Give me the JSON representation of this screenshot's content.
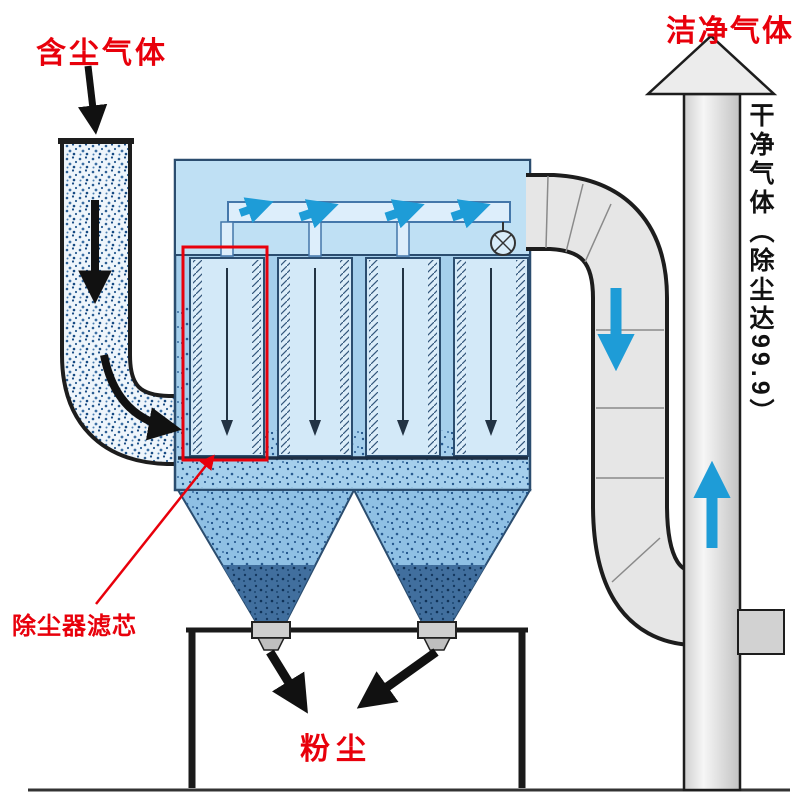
{
  "diagram": {
    "labels": {
      "dusty_gas": "含尘气体",
      "clean_gas": "洁净气体",
      "stack_vertical": "干净气体（除尘达99.9）",
      "filter_element": "除尘器滤芯",
      "dust": "粉尘"
    },
    "colors": {
      "label_red": "#e8000b",
      "flow_blue": "#1e9cd7",
      "chamber_blue": "#a5cfec",
      "plenum_blue": "#bfe0f4",
      "dust_dark_blue": "#416f9e",
      "duct_gray": "#e6e6e6",
      "outline_dark": "#1d1d1d"
    },
    "icons": {
      "black_flow_arrow": "filled triangle arrowhead (gas/dust flow)",
      "blue_flow_arrow": "filled triangle arrowhead (clean air flow)",
      "red_pointer_arrow": "thin callout arrowhead (annotation)"
    }
  }
}
